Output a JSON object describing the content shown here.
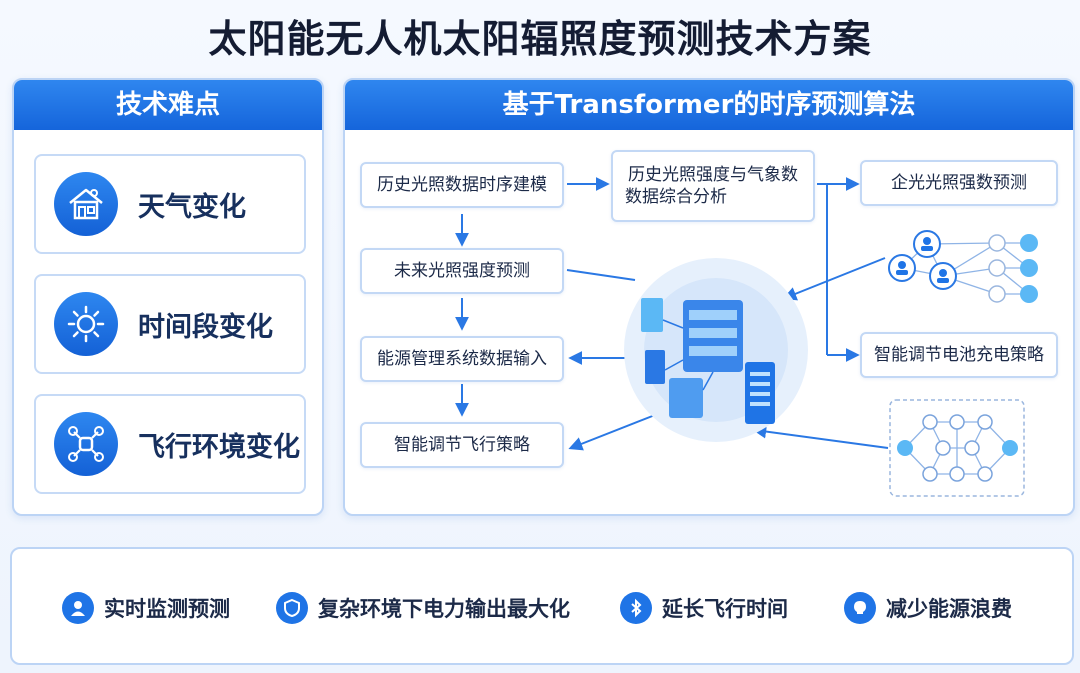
{
  "title": "太阳能无人机太阳辐照度预测技术方案",
  "left_panel": {
    "header": "技术难点",
    "items": [
      {
        "label": "天气变化",
        "icon": "house-icon"
      },
      {
        "label": "时间段变化",
        "icon": "sun-icon"
      },
      {
        "label": "飞行环境变化",
        "icon": "drone-icon"
      }
    ]
  },
  "right_panel": {
    "header": "基于Transformer的时序预测算法",
    "nodes": {
      "history_modeling": "历史光照数据时序建模",
      "combined_analysis_line1": "历史光照强度与气象数",
      "combined_analysis_line2": "数据综合分析",
      "future_prediction": "未来光照强度预测",
      "energy_input": "能源管理系统数据输入",
      "flight_strategy": "智能调节飞行策略",
      "light_prediction": "企光光照强数预测",
      "battery_strategy": "智能调节电池充电策略"
    },
    "center_graphic": "server-cluster-icon",
    "network_graphics": [
      "neural-network-icon",
      "graph-network-icon"
    ]
  },
  "benefits": [
    {
      "label": "实时监测预测",
      "icon": "person-icon"
    },
    {
      "label": "复杂环境下电力输出最大化",
      "icon": "shield-icon"
    },
    {
      "label": "延长飞行时间",
      "icon": "bluetooth-icon"
    },
    {
      "label": "减少能源浪费",
      "icon": "bulb-icon"
    }
  ],
  "colors": {
    "primary": "#1f74e6",
    "header_gradient_top": "#2f86ef",
    "header_gradient_bottom": "#1565db",
    "border": "#bcd4f5",
    "node_accent": "#5bb8f5"
  }
}
